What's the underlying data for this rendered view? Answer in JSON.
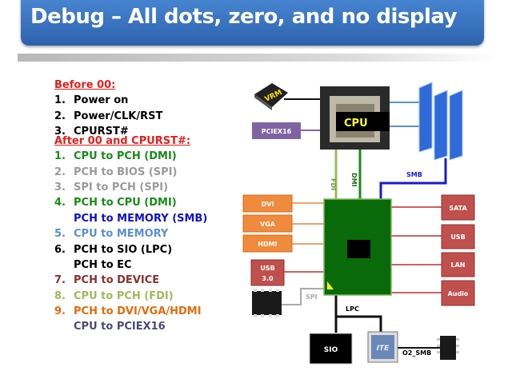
{
  "title": "Debug – All dots, zero, and no display",
  "before": {
    "heading": "Before 00:",
    "items": [
      {
        "num": "1.",
        "text": "Power on",
        "color": "#000000"
      },
      {
        "num": "2.",
        "text": "Power/CLK/RST",
        "color": "#000000"
      },
      {
        "num": "3.",
        "text": "CPURST#",
        "color": "#000000"
      }
    ]
  },
  "after": {
    "heading": "After 00 and CPURST#:",
    "items": [
      {
        "num": "1.",
        "text": "CPU to PCH (DMI)",
        "color": "#1a8a1a"
      },
      {
        "num": "2.",
        "text": "PCH to BIOS (SPI)",
        "color": "#9a9a9a"
      },
      {
        "num": "3.",
        "text": "SPI to PCH (SPI)",
        "color": "#9a9a9a"
      },
      {
        "num": "4.",
        "text": "PCH to CPU (DMI)",
        "color": "#1a8a1a"
      },
      {
        "num": "",
        "text": "PCH to MEMORY (SMB)",
        "color": "#1010d0"
      },
      {
        "num": "5.",
        "text": "CPU to MEMORY",
        "color": "#5b8fd0"
      },
      {
        "num": "6.",
        "text": "PCH to SIO (LPC)",
        "color": "#000000"
      },
      {
        "num": "",
        "text": "PCH to EC",
        "color": "#000000"
      },
      {
        "num": "7.",
        "text": "PCH to DEVICE",
        "color": "#8b3030"
      },
      {
        "num": "8.",
        "text": "CPU to PCH (FDI)",
        "color": "#9bbb59"
      },
      {
        "num": "9.",
        "text": "PCH to DVI/VGA/HDMI",
        "color": "#e36c0a"
      },
      {
        "num": "",
        "text": "CPU to PCIEX16",
        "color": "#4a4a7a"
      }
    ]
  },
  "diagram": {
    "vrm": "VRM",
    "cpu": "CPU",
    "pciex16": "PCIEX16",
    "fdi": "FDI",
    "dmi": "DMI",
    "smb": "SMB",
    "dvi": "DVI",
    "vga": "VGA",
    "hdmi": "HDMI",
    "usb3_line1": "USB",
    "usb3_line2": "3.0",
    "sata": "SATA",
    "usb": "USB",
    "lan": "LAN",
    "audio": "Audio",
    "spi": "SPI",
    "lpc": "LPC",
    "sio": "SIO",
    "ec_logo": "ITE",
    "o2_smb": "O2_SMB"
  },
  "colors": {
    "title_bar": "#3a74c0",
    "pch": "#0a6a0a",
    "orange": "#f08a3c",
    "red": "#c0504d",
    "purple": "#8064a2",
    "smb": "#1a1ad0"
  }
}
